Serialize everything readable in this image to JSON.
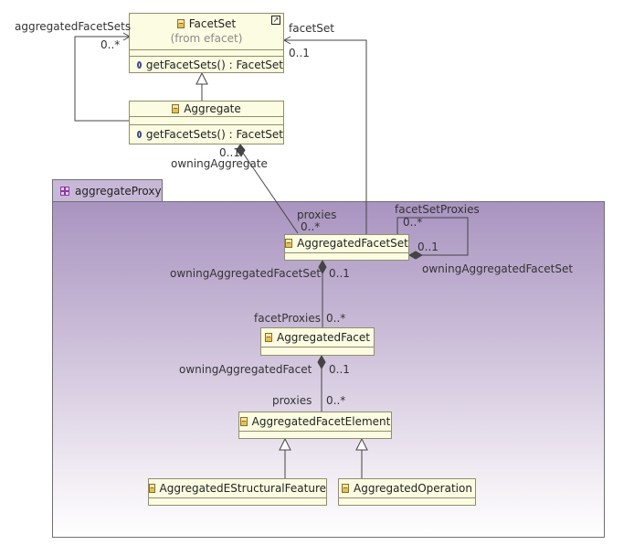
{
  "package": {
    "name": "aggregateProxy"
  },
  "classes": {
    "facetset": {
      "name": "FacetSet",
      "from": "(from efacet)",
      "op": "getFacetSets() : FacetSet"
    },
    "aggregate": {
      "name": "Aggregate",
      "op": "getFacetSets() : FacetSet"
    },
    "aggregated_facet_set": {
      "name": "AggregatedFacetSet"
    },
    "aggregated_facet": {
      "name": "AggregatedFacet"
    },
    "aggregated_facet_element": {
      "name": "AggregatedFacetElement"
    },
    "aggregated_structural_feature": {
      "name": "AggregatedEStructuralFeature"
    },
    "aggregated_operation": {
      "name": "AggregatedOperation"
    }
  },
  "labels": {
    "aggregated_facet_sets": "aggregatedFacetSets",
    "mult_0_star_a": "0..*",
    "facet_set": "facetSet",
    "mult_0_1_a": "0..1",
    "mult_0_1_b": "0..1",
    "owning_aggregate": "owningAggregate",
    "proxies_a": "proxies",
    "mult_0_star_b": "0..*",
    "facet_set_proxies": "facetSetProxies",
    "mult_0_star_c": "0..*",
    "mult_0_1_c": "0..1",
    "owning_aggregated_facet_set_right": "owningAggregatedFacetSet",
    "owning_aggregated_facet_set_left": "owningAggregatedFacetSet",
    "mult_0_1_d": "0..1",
    "facet_proxies": "facetProxies",
    "mult_0_star_d": "0..*",
    "owning_aggregated_facet": "owningAggregatedFacet",
    "mult_0_1_e": "0..1",
    "proxies_b": "proxies",
    "mult_0_star_e": "0..*"
  }
}
